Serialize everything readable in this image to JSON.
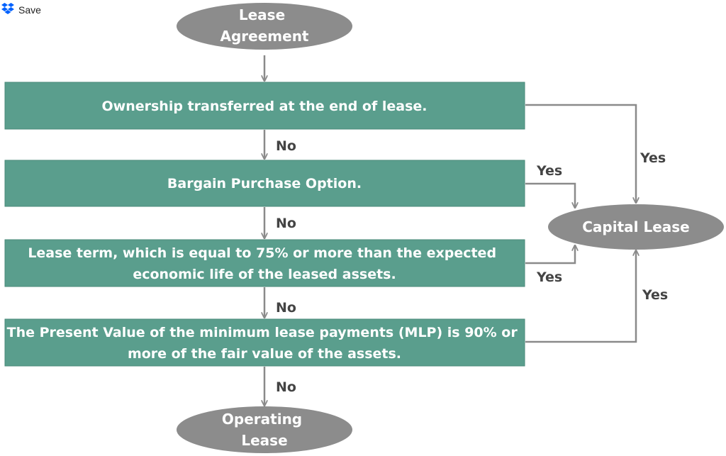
{
  "toolbar": {
    "save_label": "Save",
    "save_icon": "dropbox-icon"
  },
  "colors": {
    "box_fill": "#5a9e8d",
    "box_border": "#4a8979",
    "oval_fill": "#8c8c8c",
    "connector": "#8a8a8a",
    "label_text": "#444444"
  },
  "diagram": {
    "start": [
      "Lease",
      "Agreement"
    ],
    "end": [
      "Operating",
      "Lease"
    ],
    "capital": [
      "Capital Lease"
    ],
    "criteria": [
      [
        "Ownership transferred at the end of lease."
      ],
      [
        "Bargain Purchase Option."
      ],
      [
        "Lease term, which is equal to 75% or more than the expected",
        "economic life of the leased assets."
      ],
      [
        "The Present Value of the minimum lease payments (MLP) is 90% or",
        "more of the fair value of the assets."
      ]
    ],
    "no_labels": [
      "No",
      "No",
      "No",
      "No"
    ],
    "yes_labels": [
      "Yes",
      "Yes",
      "Yes",
      "Yes"
    ]
  }
}
